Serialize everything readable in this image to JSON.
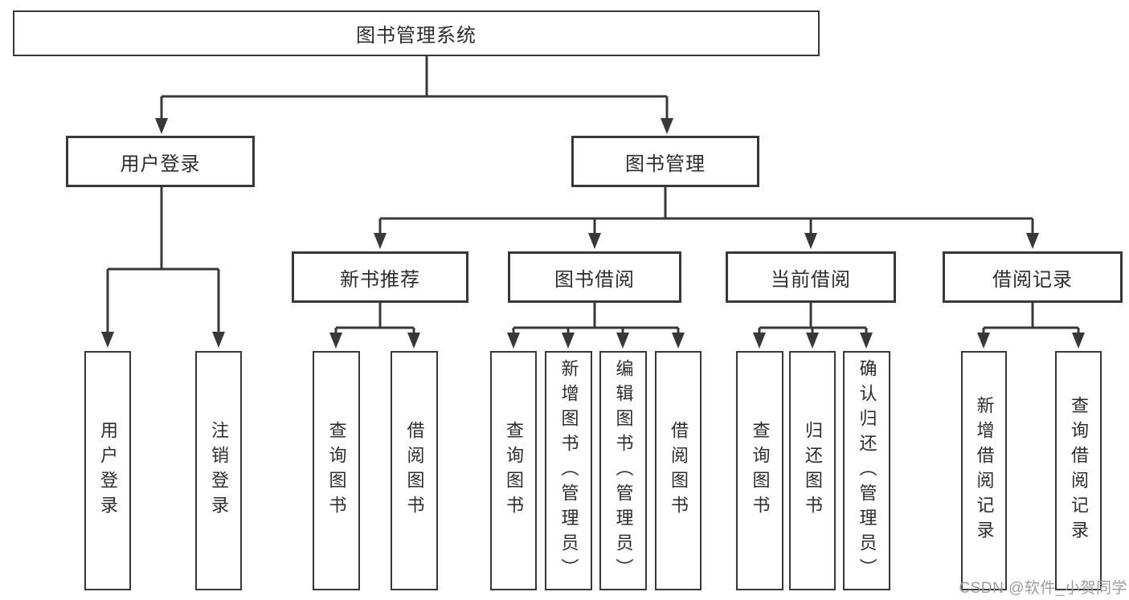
{
  "diagram": {
    "root": {
      "label": "图书管理系统"
    },
    "level2": [
      {
        "label": "用户登录"
      },
      {
        "label": "图书管理"
      }
    ],
    "level3": [
      {
        "label": "新书推荐"
      },
      {
        "label": "图书借阅"
      },
      {
        "label": "当前借阅"
      },
      {
        "label": "借阅记录"
      }
    ],
    "leaves": {
      "user_login": [
        {
          "label": "用户登录"
        },
        {
          "label": "注销登录"
        }
      ],
      "new_book": [
        {
          "label": "查询图书"
        },
        {
          "label": "借阅图书"
        }
      ],
      "book_borrow": [
        {
          "label": "查询图书"
        },
        {
          "label": "新增图书（管理员）"
        },
        {
          "label": "编辑图书（管理员）"
        },
        {
          "label": "借阅图书"
        }
      ],
      "current_borrow": [
        {
          "label": "查询图书"
        },
        {
          "label": "归还图书"
        },
        {
          "label": "确认归还（管理员）"
        }
      ],
      "borrow_record": [
        {
          "label": "新增借阅记录"
        },
        {
          "label": "查询借阅记录"
        }
      ]
    }
  },
  "watermark": {
    "text": "CSDN @软件_小贺同学"
  },
  "colors": {
    "line": "#383838",
    "text": "#2d2d2d",
    "watermark": "#9c9c9c",
    "background": "#ffffff"
  }
}
